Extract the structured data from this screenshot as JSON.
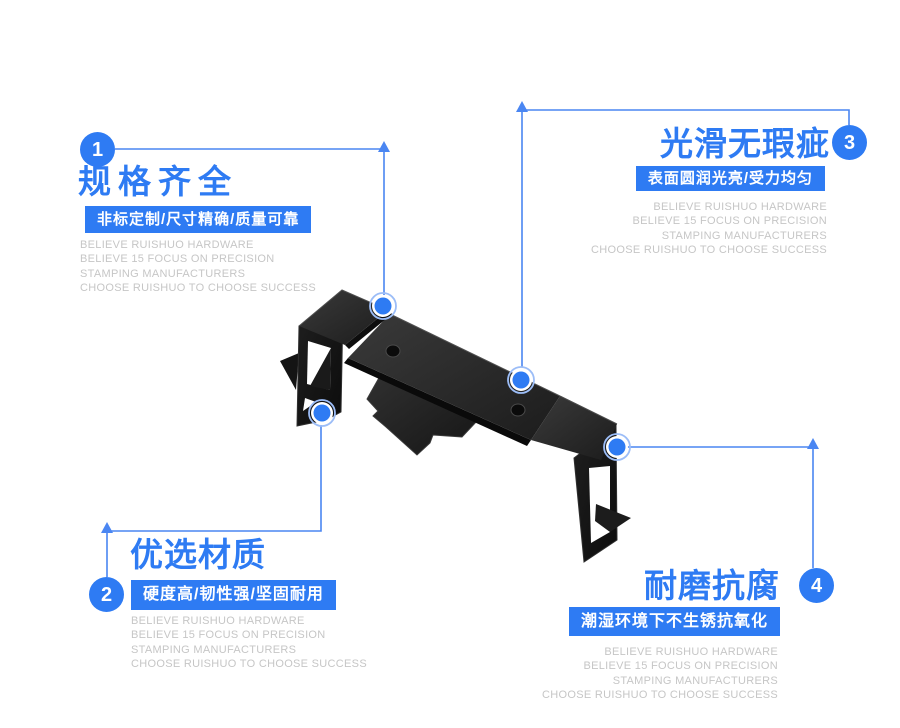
{
  "colors": {
    "accent": "#2e7bf3",
    "line": "#4a86f2",
    "halo": "#9cbdf7",
    "english": "#c6c6c6"
  },
  "product": {
    "icon": "black-stamped-metal-bracket"
  },
  "features": [
    {
      "badge": "1",
      "title": "规格齐全",
      "banner": "非标定制/尺寸精确/质量可靠",
      "english": [
        "BELIEVE RUISHUO HARDWARE",
        "BELIEVE 15 FOCUS ON PRECISION",
        "STAMPING MANUFACTURERS",
        "CHOOSE RUISHUO TO CHOOSE SUCCESS"
      ]
    },
    {
      "badge": "2",
      "title": "优选材质",
      "banner": "硬度高/韧性强/坚固耐用",
      "english": [
        "BELIEVE RUISHUO HARDWARE",
        "BELIEVE 15 FOCUS ON PRECISION",
        "STAMPING MANUFACTURERS",
        "CHOOSE RUISHUO TO CHOOSE SUCCESS"
      ]
    },
    {
      "badge": "3",
      "title": "光滑无瑕疵",
      "banner": "表面圆润光亮/受力均匀",
      "english": [
        "BELIEVE RUISHUO HARDWARE",
        "BELIEVE 15 FOCUS ON PRECISION",
        "STAMPING MANUFACTURERS",
        "CHOOSE RUISHUO TO CHOOSE SUCCESS"
      ]
    },
    {
      "badge": "4",
      "title": "耐磨抗腐",
      "banner": "潮湿环境下不生锈抗氧化",
      "english": [
        "BELIEVE RUISHUO HARDWARE",
        "BELIEVE 15 FOCUS ON PRECISION",
        "STAMPING MANUFACTURERS",
        "CHOOSE RUISHUO TO CHOOSE SUCCESS"
      ]
    }
  ]
}
